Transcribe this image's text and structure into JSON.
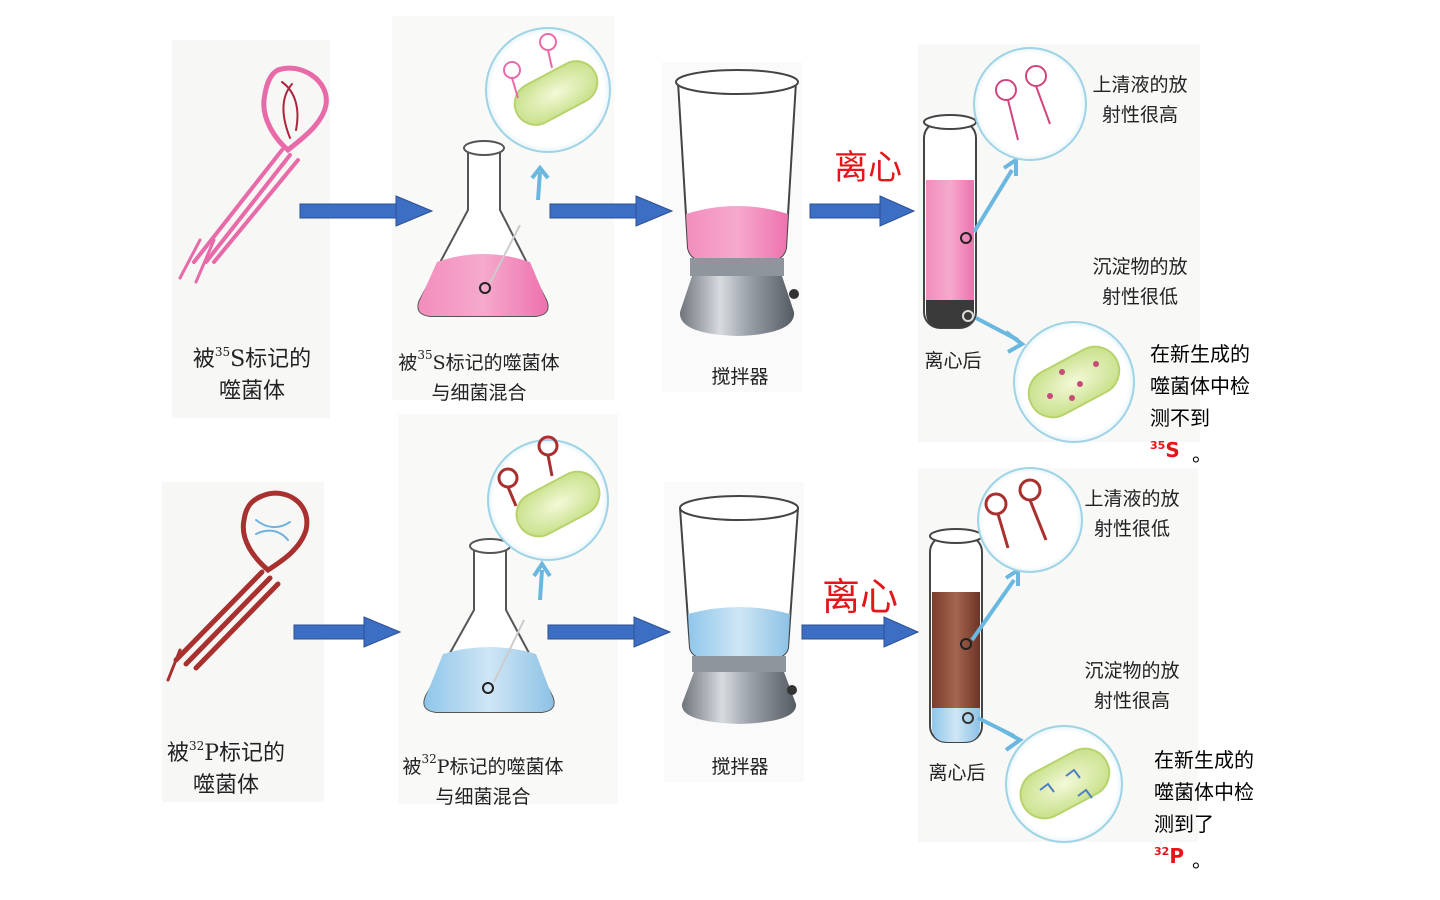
{
  "rows": [
    {
      "phage_label_prefix": "被",
      "phage_label_sup": "35",
      "phage_label_suffix": "S标记的",
      "phage_label_line2": "噬菌体",
      "flask_label_prefix": "被",
      "flask_label_sup": "35",
      "flask_label_suffix": "S标记的噬菌体",
      "flask_label_line2": "与细菌混合",
      "blender_label": "搅拌器",
      "centrifuge_text": "离心",
      "tube_label": "离心后",
      "supernatant_line1": "上清液的放",
      "supernatant_line2": "射性很高",
      "pellet_line1": "沉淀物的放",
      "pellet_line2": "射性很低",
      "note_line1": "在新生成的",
      "note_line2": "噬菌体中检",
      "note_line3": "测不到",
      "note_isotope_sup": "35",
      "note_isotope": "S",
      "note_suffix": "。"
    },
    {
      "phage_label_prefix": "被",
      "phage_label_sup": "32",
      "phage_label_suffix": "P标记的",
      "phage_label_line2": "噬菌体",
      "flask_label_prefix": "被",
      "flask_label_sup": "32",
      "flask_label_suffix": "P标记的噬菌体",
      "flask_label_line2": "与细菌混合",
      "blender_label": "搅拌器",
      "centrifuge_text": "离心",
      "tube_label": "离心后",
      "supernatant_line1": "上清液的放",
      "supernatant_line2": "射性很低",
      "pellet_line1": "沉淀物的放",
      "pellet_line2": "射性很高",
      "note_line1": "在新生成的",
      "note_line2": "噬菌体中检",
      "note_line3": "测到了",
      "note_isotope_sup": "32",
      "note_isotope": "P",
      "note_suffix": "。"
    }
  ],
  "colors": {
    "arrow": "#3c6fc4",
    "accent_red": "#e5161a",
    "pink_liquid": "#f07bb2",
    "blue_liquid": "#a9d4ee",
    "brown_liquid": "#8b4a36",
    "phage_pink": "#e86aa8",
    "phage_brown": "#a8302e",
    "bacterium": "#cfe79a"
  }
}
